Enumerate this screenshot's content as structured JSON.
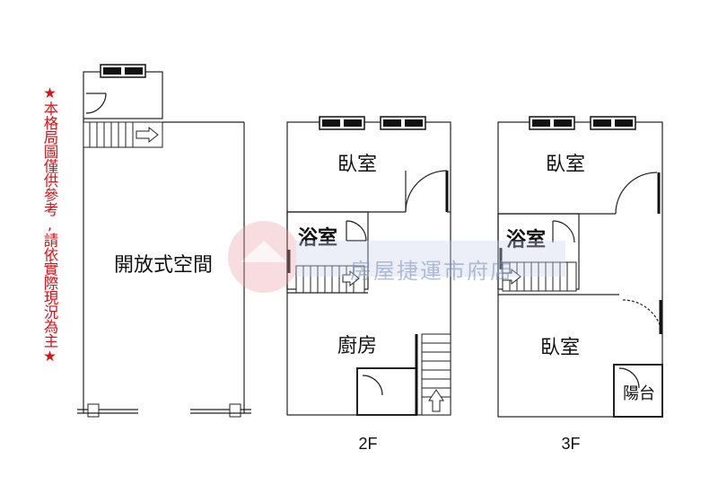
{
  "disclaimer": "★本格局圖僅供參考,請依實際現況為主★",
  "floors": {
    "f1": {
      "rooms": {
        "open_space": "開放式空間"
      }
    },
    "f2": {
      "label": "2F",
      "rooms": {
        "bedroom": "臥室",
        "bathroom": "浴室",
        "kitchen": "廚房"
      }
    },
    "f3": {
      "label": "3F",
      "rooms": {
        "bedroom_top": "臥室",
        "bathroom": "浴室",
        "bedroom_bottom": "臥室",
        "balcony": "陽台"
      }
    }
  },
  "watermark": {
    "text": "房屋捷運市府店"
  },
  "colors": {
    "line": "#222222",
    "disclaimer": "#d8141b",
    "watermark": "#7a8fb8"
  }
}
